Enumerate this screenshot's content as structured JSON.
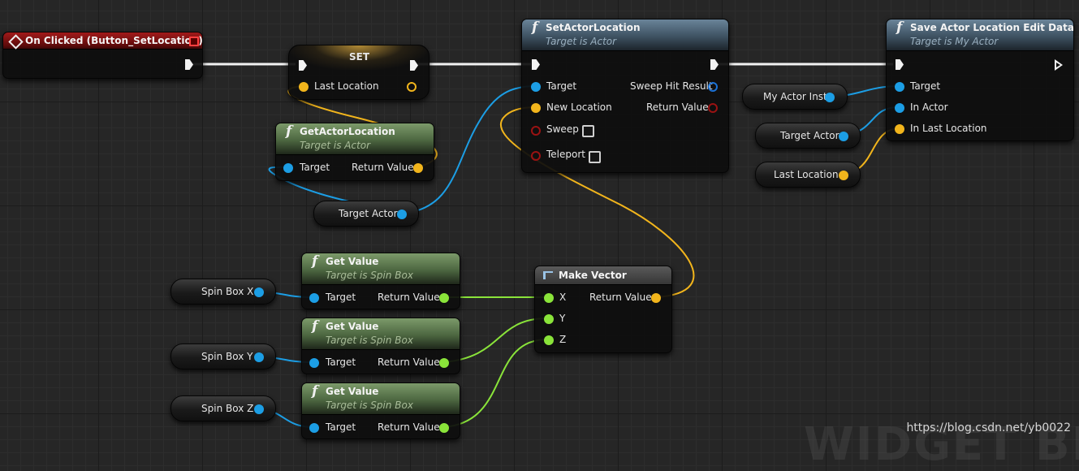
{
  "event_node": {
    "title": "On Clicked (Button_SetLocation)"
  },
  "set_node": {
    "title": "SET",
    "pin_last_location": "Last Location"
  },
  "get_actor_location": {
    "title": "GetActorLocation",
    "subtitle": "Target is Actor",
    "pin_target": "Target",
    "pin_return": "Return Value"
  },
  "target_actor_var_1": {
    "label": "Target Actor"
  },
  "set_actor_location": {
    "title": "SetActorLocation",
    "subtitle": "Target is Actor",
    "pin_target": "Target",
    "pin_new_location": "New Location",
    "pin_sweep": "Sweep",
    "pin_teleport": "Teleport",
    "pin_sweep_hit": "Sweep Hit Result",
    "pin_return": "Return Value"
  },
  "save_node": {
    "title": "Save Actor Location Edit Data",
    "subtitle": "Target is My Actor",
    "pin_target": "Target",
    "pin_in_actor": "In Actor",
    "pin_in_last_location": "In Last Location"
  },
  "my_actor_inst_var": {
    "label": "My Actor Inst"
  },
  "target_actor_var_2": {
    "label": "Target Actor"
  },
  "last_location_var": {
    "label": "Last Location"
  },
  "get_value_x": {
    "title": "Get Value",
    "subtitle": "Target is Spin Box",
    "pin_target": "Target",
    "pin_return": "Return Value"
  },
  "get_value_y": {
    "title": "Get Value",
    "subtitle": "Target is Spin Box",
    "pin_target": "Target",
    "pin_return": "Return Value"
  },
  "get_value_z": {
    "title": "Get Value",
    "subtitle": "Target is Spin Box",
    "pin_target": "Target",
    "pin_return": "Return Value"
  },
  "spin_box_x": {
    "label": "Spin Box X"
  },
  "spin_box_y": {
    "label": "Spin Box Y"
  },
  "spin_box_z": {
    "label": "Spin Box Z"
  },
  "make_vector": {
    "title": "Make Vector",
    "pin_x": "X",
    "pin_y": "Y",
    "pin_z": "Z",
    "pin_return": "Return Value"
  },
  "colors": {
    "exec": "#f2f2f2",
    "object": "#1c9ee5",
    "vector": "#f2b51c",
    "float": "#8ae43a",
    "bool": "#9a1212",
    "event_header": "#a21a1a",
    "function_header": "#3e5262",
    "pure_header": "#4c6640"
  },
  "watermark": "https://blog.csdn.net/yb0022",
  "background_text": "WIDGET BLUE"
}
